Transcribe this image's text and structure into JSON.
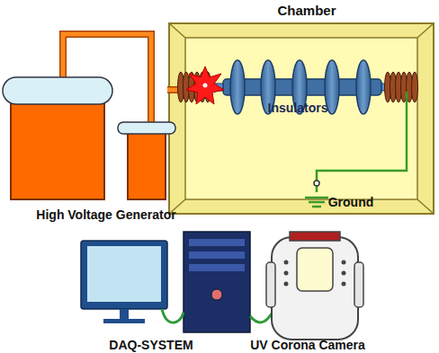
{
  "diagram": {
    "nodes": [
      {
        "text": [
          "Chamber"
        ]
      }
    ],
    "labels": [
      "Insulators",
      "Ground",
      "High Voltage Generator",
      "DAQ-SYSTEM",
      "UV Corona Camera"
    ]
  }
}
